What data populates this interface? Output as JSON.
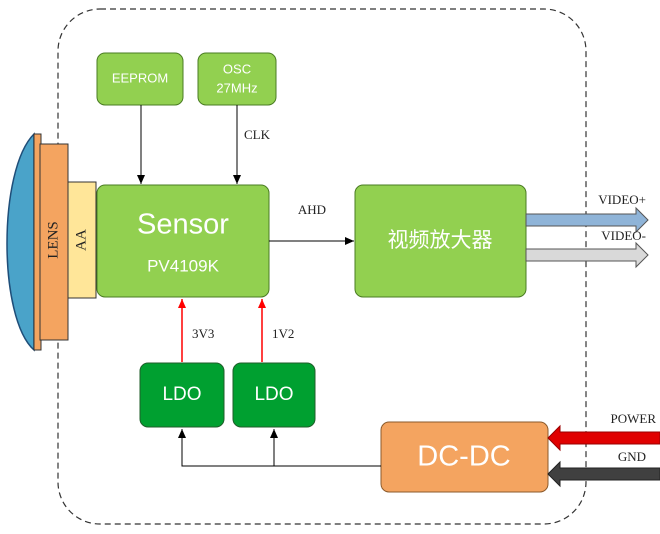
{
  "blocks": {
    "eeprom": "EEPROM",
    "osc_line1": "OSC",
    "osc_line2": "27MHz",
    "sensor_title": "Sensor",
    "sensor_model": "PV4109K",
    "video_amp": "视频放大器",
    "ldo_left": "LDO",
    "ldo_right": "LDO",
    "dcdc": "DC-DC",
    "lens": "LENS",
    "aa": "AA"
  },
  "signals": {
    "clk": "CLK",
    "ahd": "AHD",
    "v3v3": "3V3",
    "v1v2": "1V2",
    "video_plus": "VIDEO+",
    "video_minus": "VIDEO-",
    "power": "POWER",
    "gnd": "GND"
  },
  "colors": {
    "block_green": "#92d050",
    "ldo_green": "#00a030",
    "dcdc_orange": "#f4a460",
    "lens_blue": "#4aa3c9",
    "lens_orange": "#f4a460",
    "aa_yellow": "#ffe699",
    "video_plus_arrow": "#8fb4d8",
    "video_minus_arrow": "#d9d9d9",
    "power_arrow": "#e00000",
    "gnd_arrow": "#404040",
    "voltage_arrow": "#ff0000"
  }
}
